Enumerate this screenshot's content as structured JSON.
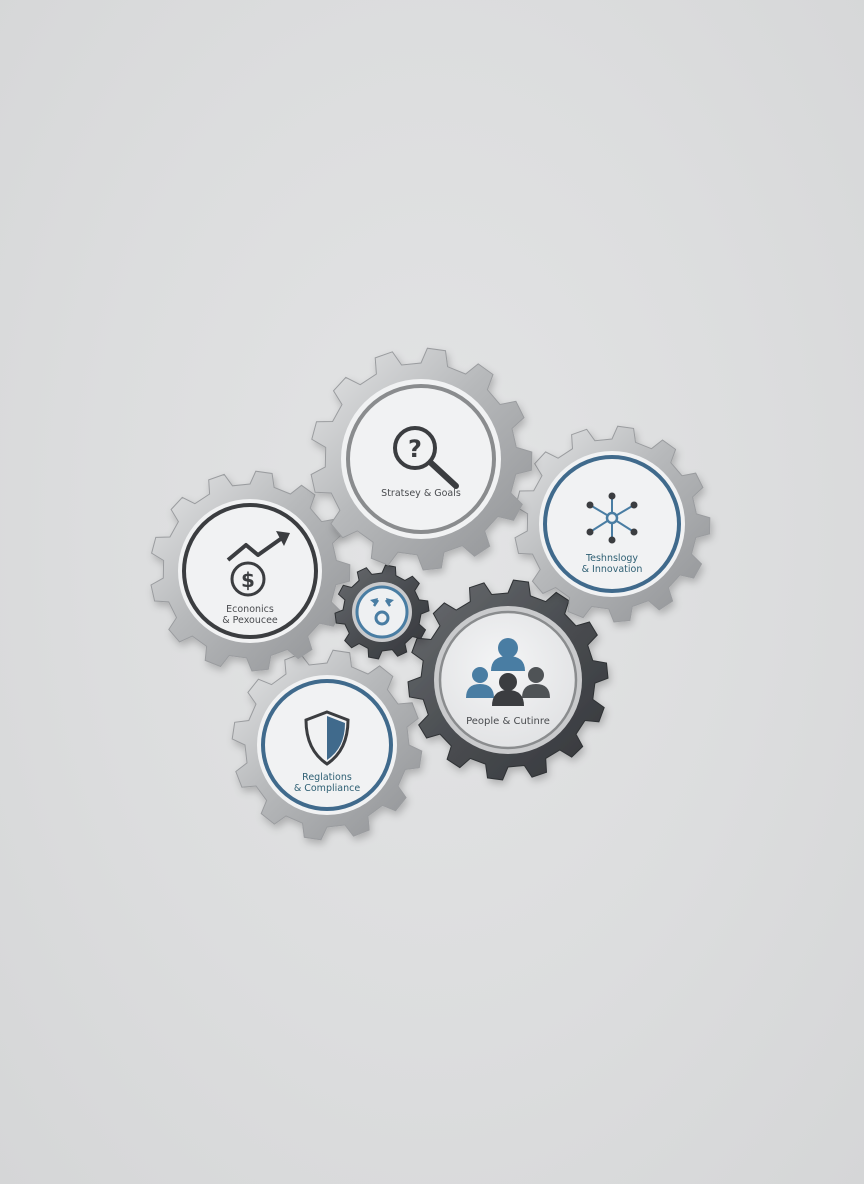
{
  "diagram": {
    "gears": {
      "strategy": {
        "icon": "magnifier-question-icon",
        "label_lines": [
          "Stratsey & Goals"
        ],
        "accent": "#8a8c8e"
      },
      "technology": {
        "icon": "network-nodes-icon",
        "label_lines": [
          "Teshnslogy",
          "& Innovation"
        ],
        "accent": "#3f6a8c"
      },
      "economics": {
        "icon": "dollar-growth-icon",
        "label_lines": [
          "Econonics",
          "& Pexoucee"
        ],
        "accent": "#3b3d40"
      },
      "center": {
        "icon": "small-cog-arrows-icon",
        "label_lines": [],
        "accent": "#4a7da3"
      },
      "people": {
        "icon": "people-group-icon",
        "label_lines": [
          "People & Cutinre"
        ],
        "accent": "#8a8c8e"
      },
      "regulations": {
        "icon": "shield-icon",
        "label_lines": [
          "Reglations",
          "& Compliance"
        ],
        "accent": "#3f6a8c"
      }
    },
    "colors": {
      "silver_gear": "#b9bbbd",
      "dark_gear": "#505357",
      "blue_accent": "#4a7da3",
      "dark_icon": "#3b3d40",
      "label_text": "#4a4c4f",
      "label_teal": "#2e5f73"
    }
  }
}
